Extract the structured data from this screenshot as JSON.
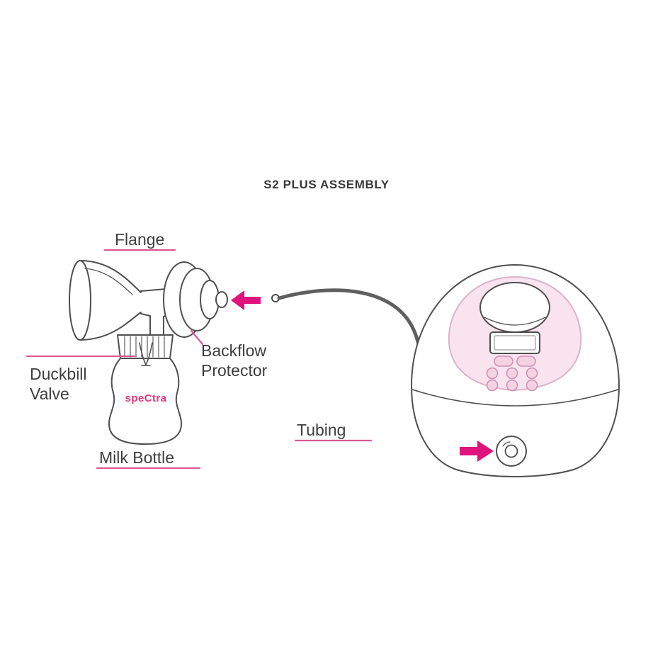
{
  "title": "S2 PLUS ASSEMBLY",
  "labels": {
    "flange": {
      "text": "Flange"
    },
    "backflow": {
      "line1": "Backflow",
      "line2": "Protector"
    },
    "duckbill": {
      "line1": "Duckbill",
      "line2": "Valve"
    },
    "milk_bottle": {
      "text": "Milk Bottle"
    },
    "tubing": {
      "text": "Tubing"
    }
  },
  "logo": "speCtra",
  "colors": {
    "accent_arrow": "#e0137e",
    "accent_line": "#dd5795",
    "outline_gray": "#4f4f4f",
    "tube_gray": "#5f5f5f",
    "panel_pink_fill": "#f8e3ee",
    "panel_pink_stroke": "#dcb3cb",
    "button_pink_fill": "#f4d2e2",
    "button_pink_stroke": "#cf8fb4",
    "text_dark": "#3e3e3e",
    "logo_pink": "#e8327c"
  }
}
